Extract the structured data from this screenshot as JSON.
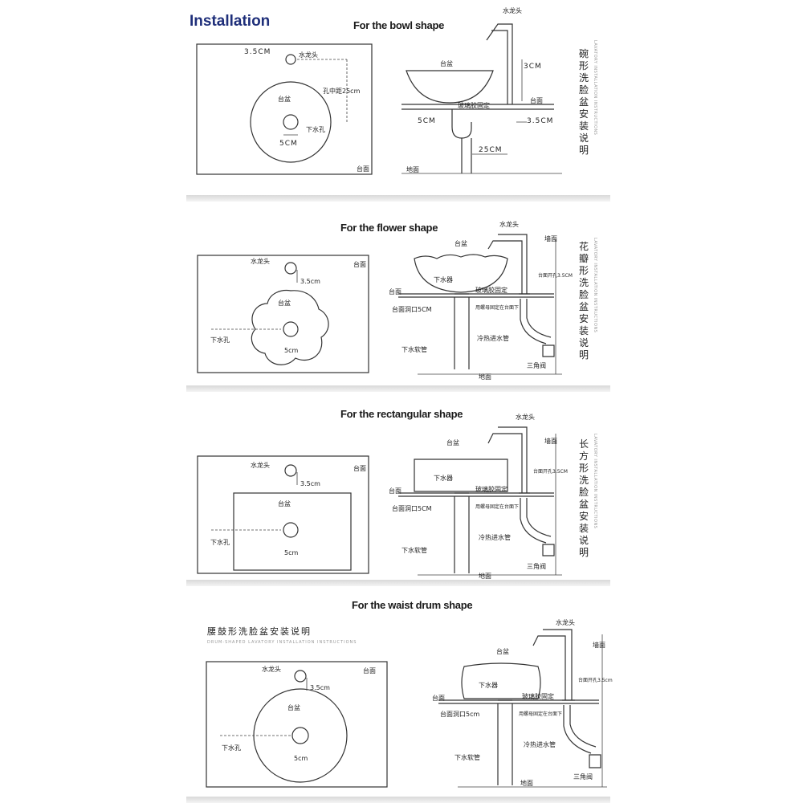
{
  "header": {
    "title": "Installation"
  },
  "sections": [
    {
      "heading": "For the bowl shape",
      "side_title": "碗形洗脸盆安装说明",
      "side_subtitle": "LAVATORY INSTALLATION INSTRUCTIONS",
      "plan": {
        "faucet_hole": "水龙头",
        "hole_dim": "3.5CM",
        "distance": "孔中距25cm",
        "basin": "台盆",
        "drain_hole": "下水孔",
        "drain_dim": "5CM",
        "counter": "台面"
      },
      "side": {
        "faucet": "水龙头",
        "basin": "台盆",
        "glass": "玻璃胶固定",
        "counter": "台面",
        "dim_drain": "5CM",
        "dim_faucet_height": "3CM",
        "dim_faucet_hole": "3.5CM",
        "dim_distance": "25CM",
        "floor": "地面"
      }
    },
    {
      "heading": "For the flower shape",
      "side_title": "花瓣形洗脸盆安装说明",
      "side_subtitle": "LAVATORY INSTALLATION INSTRUCTIONS",
      "plan": {
        "faucet_hole": "水龙头",
        "hole_dim": "3.5cm",
        "basin": "台盆",
        "drain_hole": "下水孔",
        "drain_dim": "5cm",
        "counter": "台面"
      },
      "side": {
        "faucet": "水龙头",
        "basin": "台盆",
        "wall": "墙面",
        "drain": "下水器",
        "glass": "玻璃胶固定",
        "counter": "台面",
        "counter_hole": "台面洞口5CM",
        "faucet_hole": "台面开孔3.5CM",
        "fix": "用螺母固定在台面下",
        "hose": "冷热进水管",
        "drain_hose": "下水软管",
        "valve": "三角阀",
        "floor": "地面"
      }
    },
    {
      "heading": "For the rectangular shape",
      "side_title": "长方形洗脸盆安装说明",
      "side_subtitle": "LAVATORY INSTALLATION INSTRUCTIONS",
      "plan": {
        "faucet_hole": "水龙头",
        "hole_dim": "3.5cm",
        "basin": "台盆",
        "drain_hole": "下水孔",
        "drain_dim": "5cm",
        "counter": "台面"
      },
      "side": {
        "faucet": "水龙头",
        "basin": "台盆",
        "wall": "墙面",
        "drain": "下水器",
        "glass": "玻璃胶固定",
        "counter": "台面",
        "counter_hole": "台面洞口5CM",
        "faucet_hole": "台面开孔3.5CM",
        "fix": "用螺母固定在台面下",
        "hose": "冷热进水管",
        "drain_hose": "下水软管",
        "valve": "三角阀",
        "floor": "地面"
      }
    },
    {
      "heading": "For the waist drum shape",
      "cn_title": "腰鼓形洗脸盆安装说明",
      "en_title": "DRUM-SHAPED LAVATORY INSTALLATION INSTRUCTIONS",
      "plan": {
        "faucet_hole": "水龙头",
        "hole_dim": "3.5cm",
        "basin": "台盆",
        "drain_hole": "下水孔",
        "drain_dim": "5cm",
        "counter": "台面"
      },
      "side": {
        "faucet": "水龙头",
        "basin": "台盆",
        "wall": "墙面",
        "drain": "下水器",
        "glass": "玻璃胶固定",
        "counter": "台面",
        "counter_hole": "台面洞口5cm",
        "faucet_hole": "台面开孔3.5cm",
        "fix": "用螺母固定在台面下",
        "hose": "冷热进水管",
        "drain_hose": "下水软管",
        "valve": "三角阀",
        "floor": "地面"
      }
    }
  ]
}
